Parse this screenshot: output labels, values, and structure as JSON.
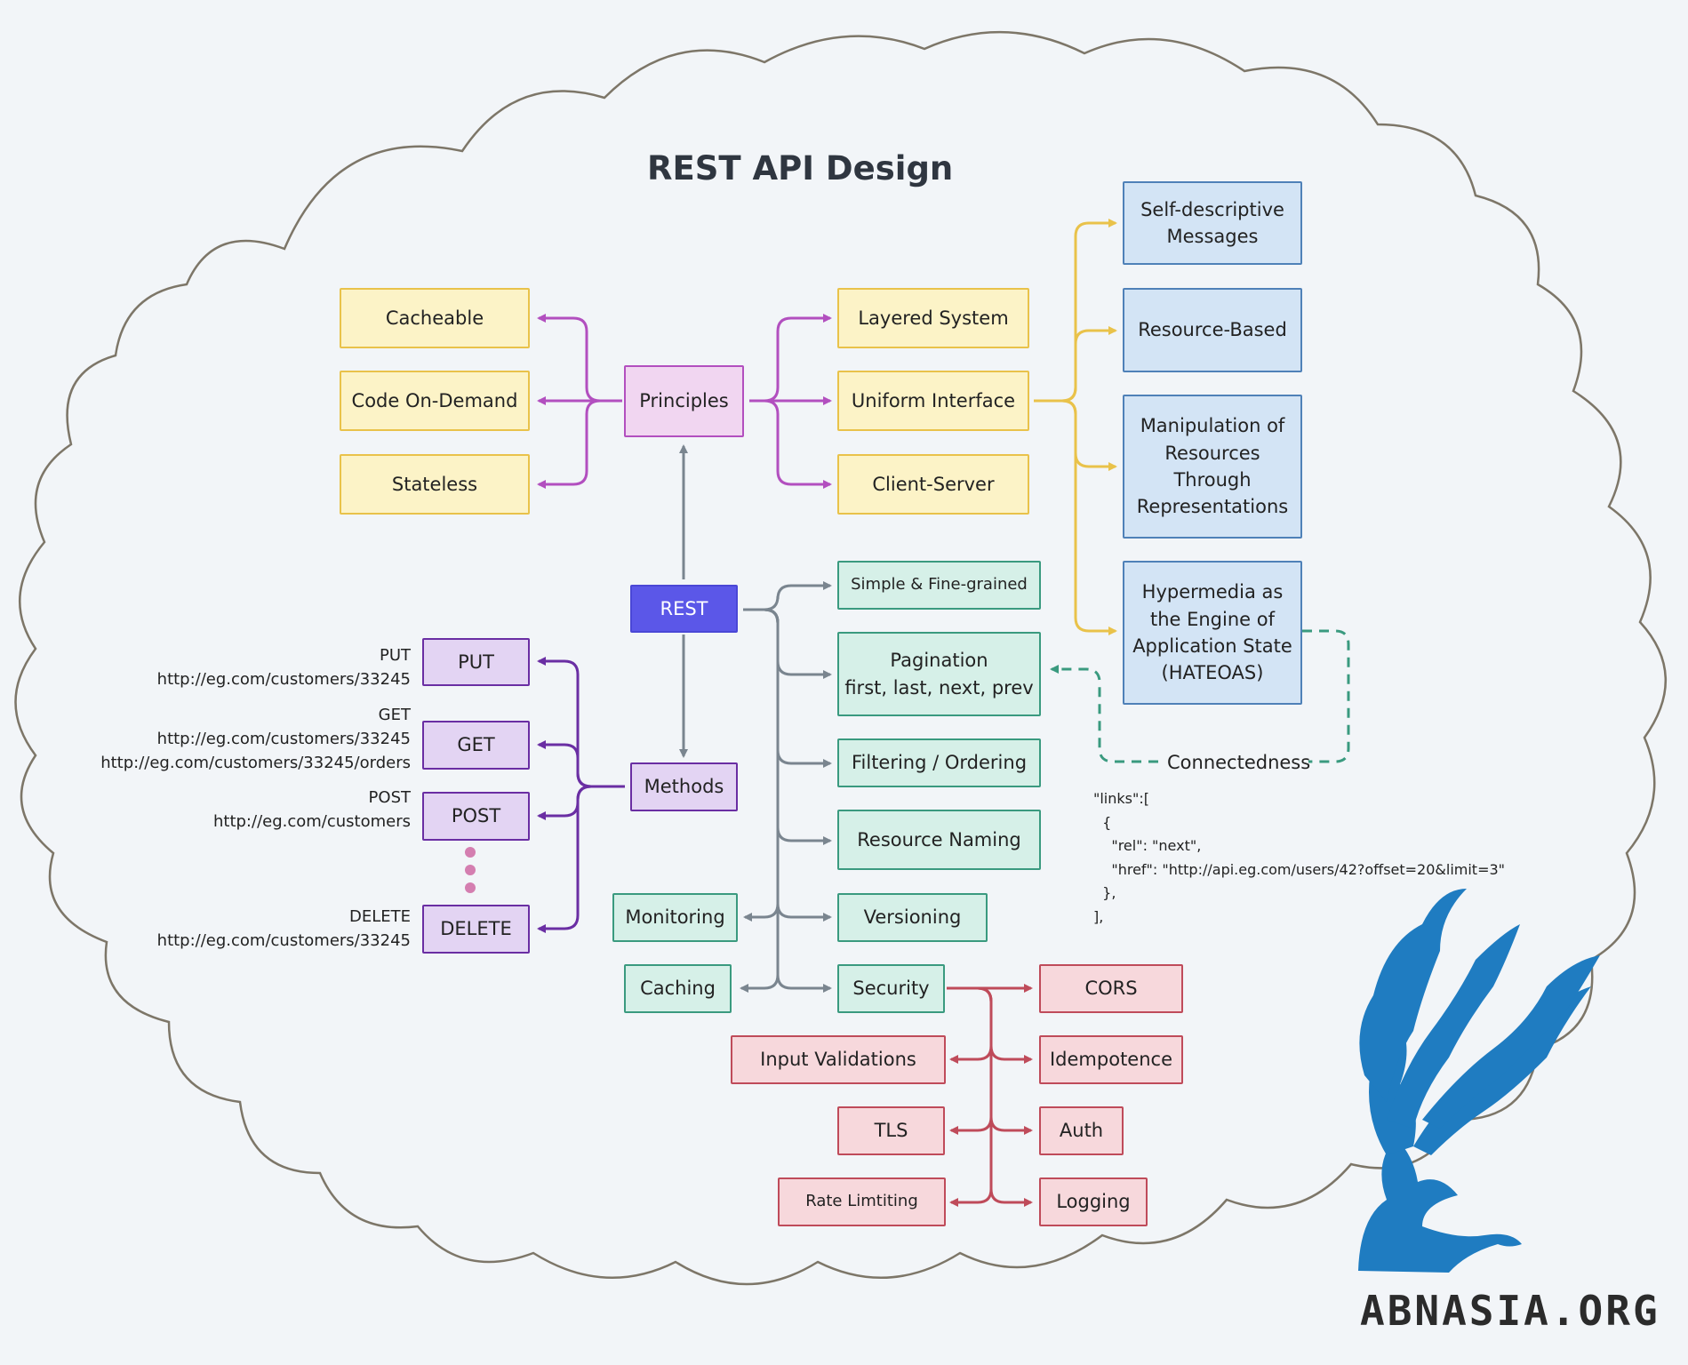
{
  "title": "REST API Design",
  "nodes": {
    "cacheable": "Cacheable",
    "code_on_demand": "Code On-Demand",
    "stateless": "Stateless",
    "principles": "Principles",
    "layered_system": "Layered System",
    "uniform_interface": "Uniform Interface",
    "client_server": "Client-Server",
    "self_descriptive": "Self-descriptive\nMessages",
    "resource_based": "Resource-Based",
    "manipulation": "Manipulation of\nResources\nThrough\nRepresentations",
    "hateoas": "Hypermedia as\nthe Engine of\nApplication State\n(HATEOAS)",
    "rest": "REST",
    "simple": "Simple & Fine-grained",
    "pagination": "Pagination\nfirst, last, next, prev",
    "filtering": "Filtering / Ordering",
    "resource_naming": "Resource Naming",
    "versioning": "Versioning",
    "monitoring": "Monitoring",
    "caching": "Caching",
    "security": "Security",
    "methods": "Methods",
    "put": "PUT",
    "get": "GET",
    "post": "POST",
    "delete": "DELETE",
    "cors": "CORS",
    "idempotence": "Idempotence",
    "auth": "Auth",
    "logging": "Logging",
    "input_validations": "Input Validations",
    "tls": "TLS",
    "rate_limiting": "Rate Limtiting"
  },
  "method_labels": {
    "put_name": "PUT",
    "put_url": "http://eg.com/customers/33245",
    "get_name": "GET",
    "get_url1": "http://eg.com/customers/33245",
    "get_url2": "http://eg.com/customers/33245/orders",
    "post_name": "POST",
    "post_url": "http://eg.com/customers",
    "delete_name": "DELETE",
    "delete_url": "http://eg.com/customers/33245"
  },
  "connectedness": "Connectedness",
  "links_example": "\"links\":[\n  {\n    \"rel\": \"next\",\n    \"href\": \"http://api.eg.com/users/42?offset=20&limit=3\"\n  },\n],",
  "brand": "ABNASIA.ORG",
  "colors": {
    "principles_edge": "#b24fbf",
    "uniform_edge": "#e9c24a",
    "rest_edge": "#7a858f",
    "methods_edge": "#6a2ea3",
    "security_edge": "#bf4b5a",
    "connectedness_edge": "#3a9a7f",
    "rest_node": "#5b57e8",
    "logo": "#1f7cc1"
  }
}
